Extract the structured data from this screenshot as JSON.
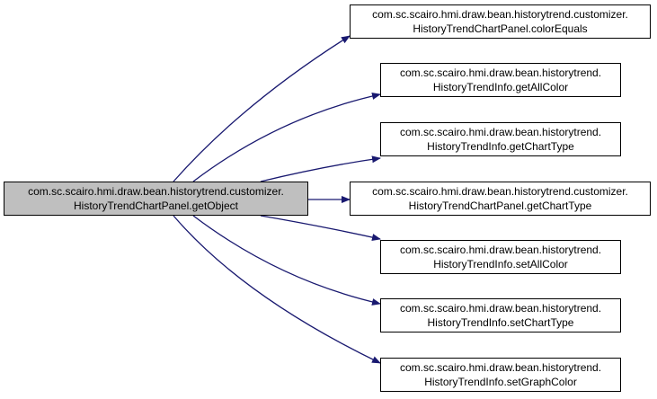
{
  "source": {
    "line1": "com.sc.scairo.hmi.draw.bean.historytrend.customizer.",
    "line2": "HistoryTrendChartPanel.getObject"
  },
  "targets": [
    {
      "line1": "com.sc.scairo.hmi.draw.bean.historytrend.customizer.",
      "line2": "HistoryTrendChartPanel.colorEquals"
    },
    {
      "line1": "com.sc.scairo.hmi.draw.bean.historytrend.",
      "line2": "HistoryTrendInfo.getAllColor"
    },
    {
      "line1": "com.sc.scairo.hmi.draw.bean.historytrend.",
      "line2": "HistoryTrendInfo.getChartType"
    },
    {
      "line1": "com.sc.scairo.hmi.draw.bean.historytrend.customizer.",
      "line2": "HistoryTrendChartPanel.getChartType"
    },
    {
      "line1": "com.sc.scairo.hmi.draw.bean.historytrend.",
      "line2": "HistoryTrendInfo.setAllColor"
    },
    {
      "line1": "com.sc.scairo.hmi.draw.bean.historytrend.",
      "line2": "HistoryTrendInfo.setChartType"
    },
    {
      "line1": "com.sc.scairo.hmi.draw.bean.historytrend.",
      "line2": "HistoryTrendInfo.setGraphColor"
    }
  ],
  "colors": {
    "edge": "#191970",
    "source_fill": "#bfbfbf",
    "node_fill": "#ffffff",
    "border": "#000000"
  }
}
